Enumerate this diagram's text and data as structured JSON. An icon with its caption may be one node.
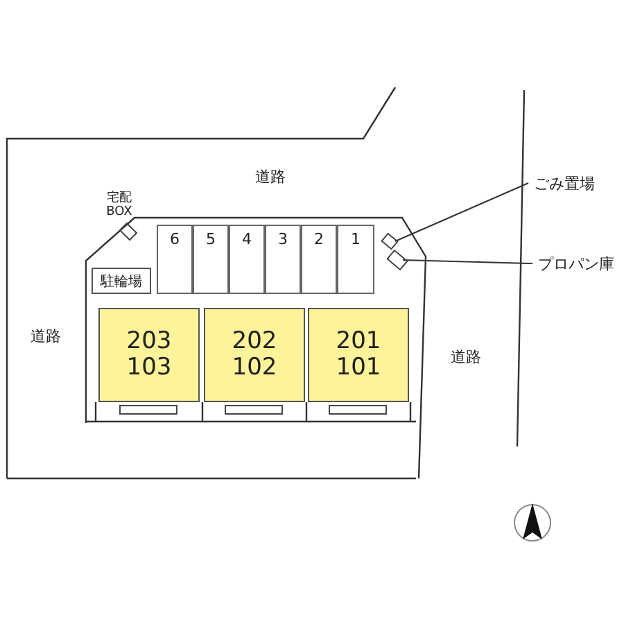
{
  "diagram": {
    "nodes": [
      {
        "text": [
          "宅配 BOX"
        ]
      },
      {
        "text": [
          "駐輪場"
        ]
      },
      {
        "text": [
          "6"
        ]
      },
      {
        "text": [
          "5"
        ]
      },
      {
        "text": [
          "4"
        ]
      },
      {
        "text": [
          "3"
        ]
      },
      {
        "text": [
          "2"
        ]
      },
      {
        "text": [
          "1"
        ]
      },
      {
        "text": [
          "203",
          "103"
        ]
      },
      {
        "text": [
          "202",
          "102"
        ]
      },
      {
        "text": [
          "201",
          "101"
        ]
      },
      {
        "text": [
          "ごみ置場"
        ]
      },
      {
        "text": [],
        "shape": "box"
      },
      {
        "text": [
          "プロパン庫"
        ]
      },
      {
        "text": [],
        "shape": "box"
      }
    ],
    "edges": [
      {
        "from": 11,
        "to": 12,
        "arrow": "none"
      },
      {
        "from": 13,
        "to": 14,
        "arrow": "none"
      }
    ],
    "labels": [
      "道路",
      "道路",
      "道路"
    ]
  }
}
